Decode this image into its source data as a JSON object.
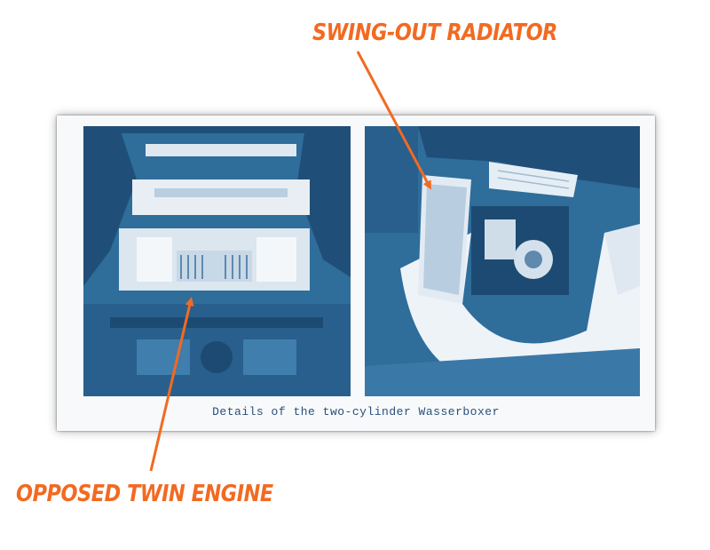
{
  "labels": {
    "radiator": "SWING-OUT RADIATOR",
    "engine": "OPPOSED TWIN ENGINE"
  },
  "caption": "Details of the two-cylinder Wasserboxer",
  "colors": {
    "accent": "#f26a21",
    "photo_tint": "#2f6d9b",
    "caption_text": "#2b4f79"
  }
}
